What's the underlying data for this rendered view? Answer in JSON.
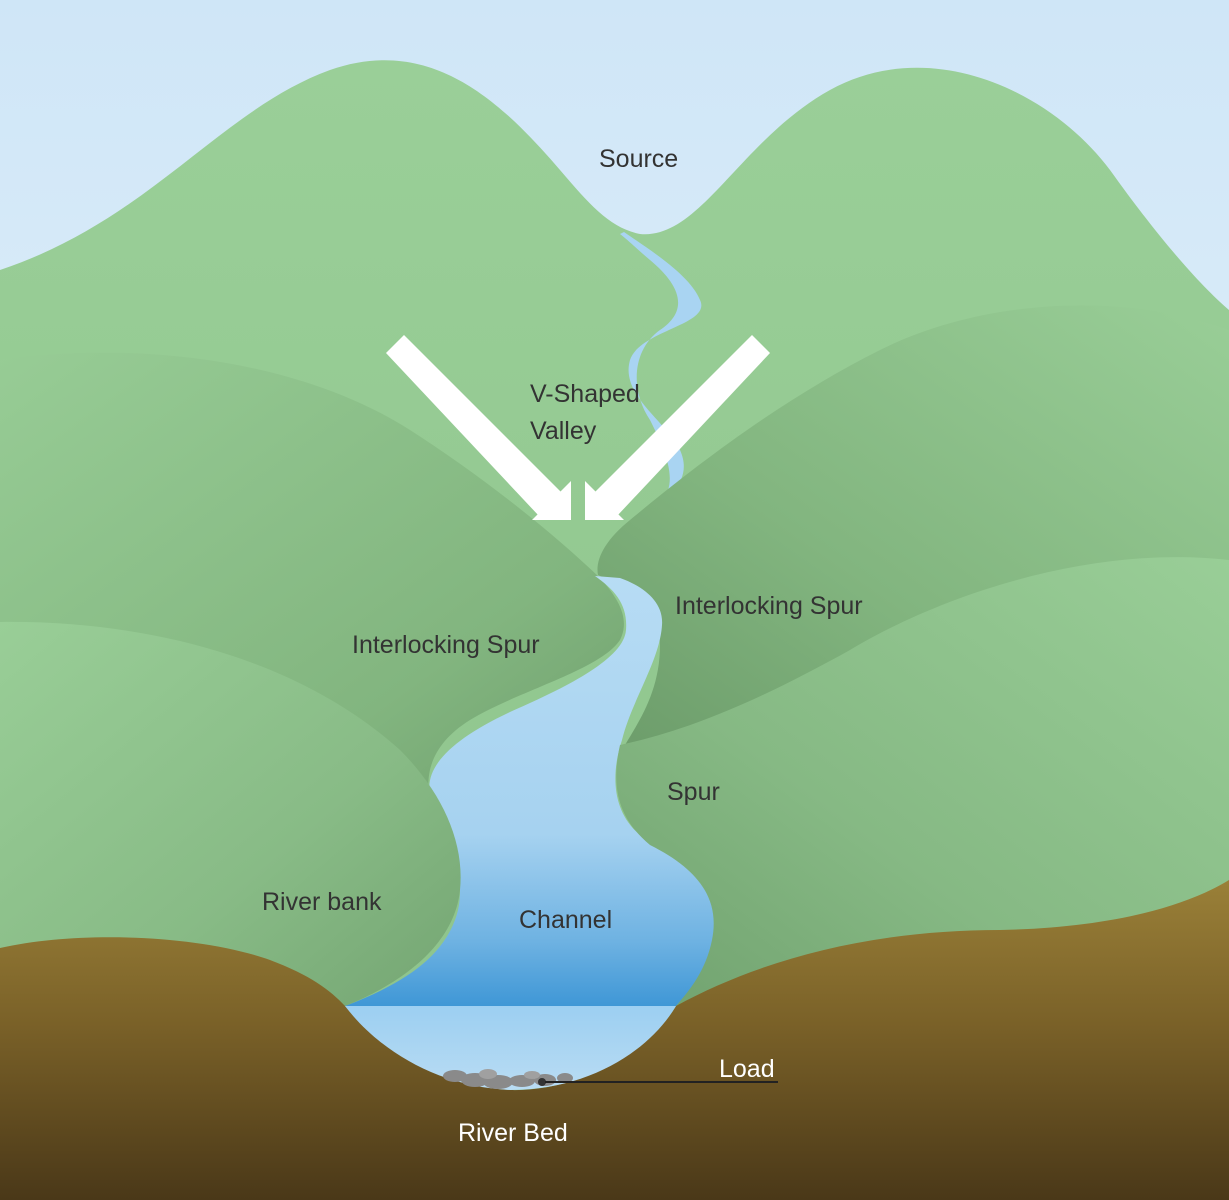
{
  "diagram": {
    "labels": {
      "source": "Source",
      "valley_line1": "V-Shaped",
      "valley_line2": "Valley",
      "spur_left": "Interlocking Spur",
      "spur_right": "Interlocking Spur",
      "spur": "Spur",
      "river_bank": "River bank",
      "channel": "Channel",
      "load": "Load",
      "river_bed": "River Bed"
    },
    "colors": {
      "sky_top": "#cfe6f7",
      "sky_bottom": "#eef6fc",
      "hill_light": "#9acf98",
      "hill_mid": "#84b781",
      "hill_dark": "#6e9f6c",
      "water_light": "#b7dcf4",
      "water_deep": "#3f97d6",
      "ground_top": "#9a8038",
      "ground_bottom": "#4a3818",
      "arrow": "#ffffff"
    }
  }
}
